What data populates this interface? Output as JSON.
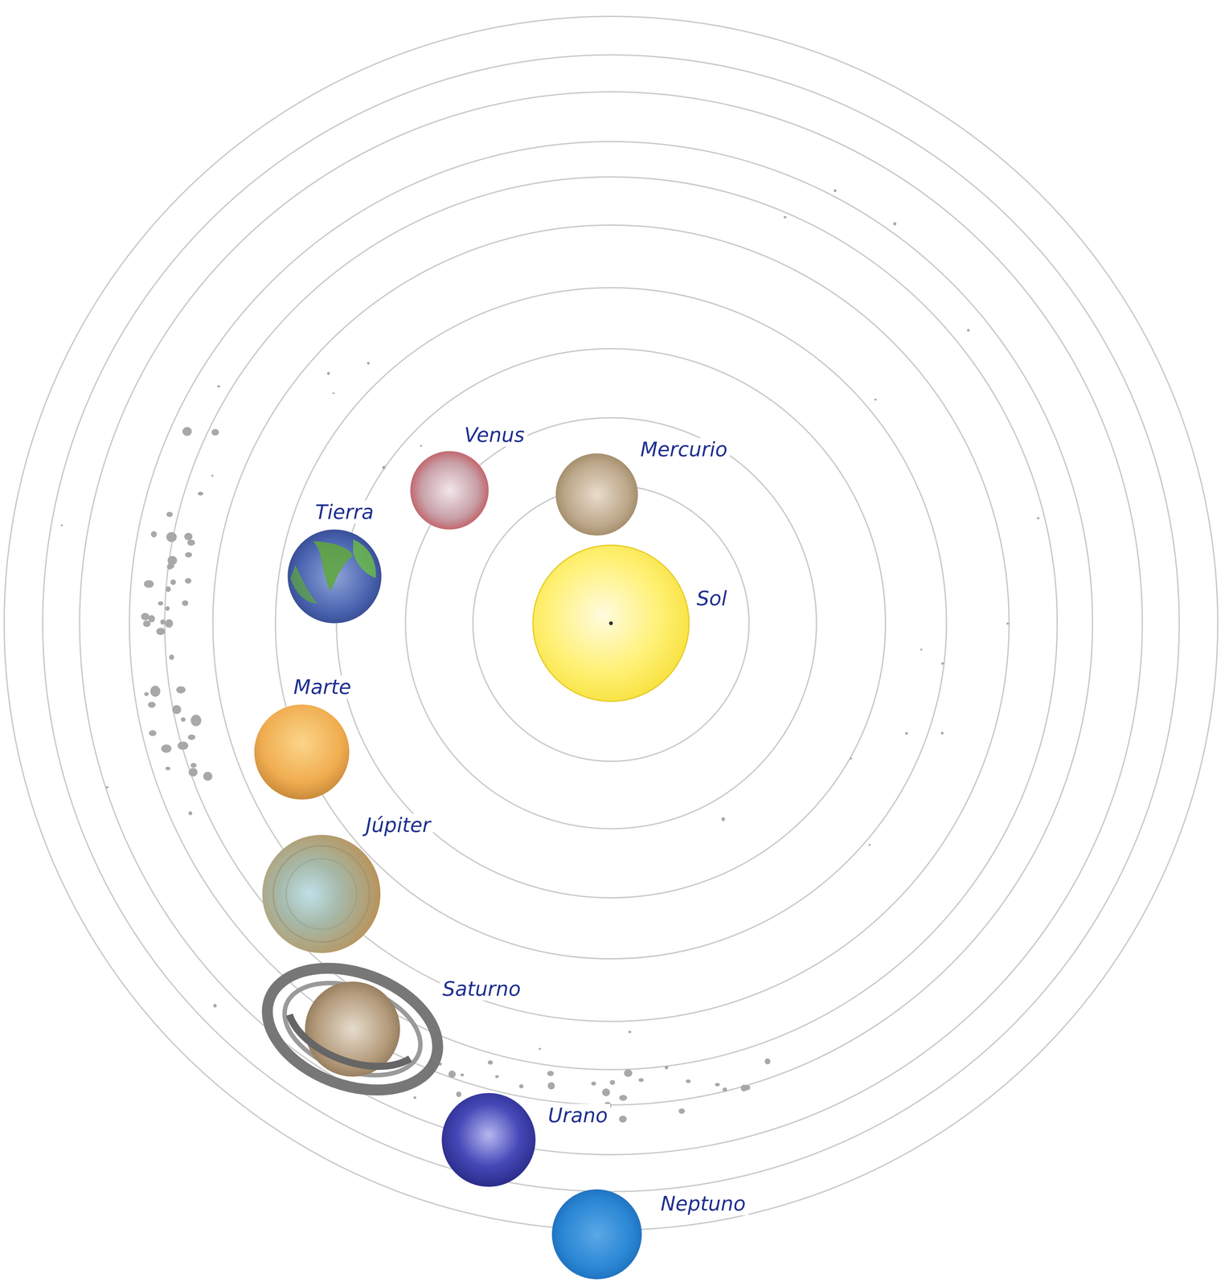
{
  "diagram": {
    "labels": [
      "Venus",
      "Mercurio",
      "Tierra",
      "Sol",
      "Marte",
      "Júpiter",
      "Saturno",
      "Urano",
      "Neptuno"
    ]
  }
}
